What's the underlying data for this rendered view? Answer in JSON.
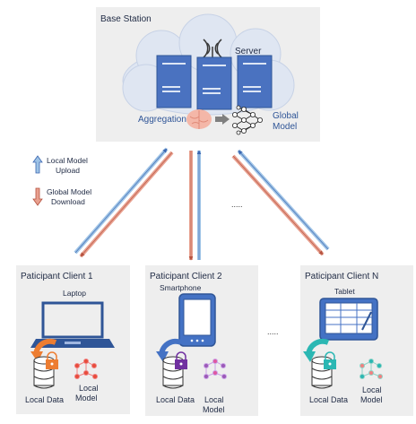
{
  "base_station": {
    "title": "Base Station",
    "server_label": "Server",
    "aggregation_label": "Aggregation",
    "global_model_line1": "Global",
    "global_model_line2": "Model"
  },
  "legend": {
    "upload_line1": "Local Model",
    "upload_line2": "Upload",
    "download_line1": "Global Model",
    "download_line2": "Download",
    "upload_color": "#9ec3e6",
    "download_color": "#e8a08f"
  },
  "ellipsis_top": ".....",
  "ellipsis_bottom": ".....",
  "clients": [
    {
      "title": "Paticipant Client 1",
      "device": "Laptop",
      "local_data": "Local Data",
      "local_model_line1": "Local",
      "local_model_line2": "Model",
      "sync_color": "#ed7d31"
    },
    {
      "title": "Paticipant Client 2",
      "device": "Smartphone",
      "local_data": "Local Data",
      "local_model_line1": "Local",
      "local_model_line2": "Model",
      "sync_color": "#4472c4"
    },
    {
      "title": "Paticipant Client N",
      "device": "Tablet",
      "local_data": "Local Data",
      "local_model_line1": "Local",
      "local_model_line2": "Model",
      "sync_color": "#2bb7b3"
    }
  ],
  "colors": {
    "panel_bg": "#eeeeee",
    "device_blue": "#4472c4",
    "server_blue": "#4a72c0",
    "lock_color": "#7030a0",
    "cloud": "#dfe6f2"
  }
}
